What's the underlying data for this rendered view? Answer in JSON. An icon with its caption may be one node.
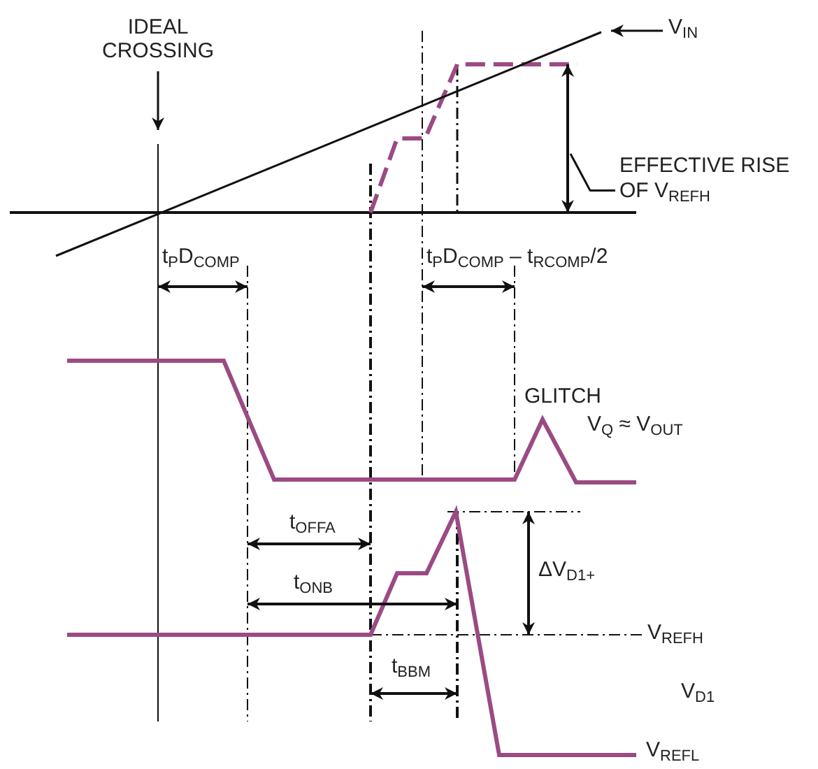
{
  "diagram": {
    "nodes": [
      {
        "text": [
          "IDEAL CROSSING"
        ]
      },
      {
        "text": [
          "V$_{IN}$"
        ]
      },
      {
        "text": [
          "EFFECTIVE RISE OF V$_{REFH}$"
        ]
      },
      {
        "text": [],
        "shape": "arrow"
      }
    ],
    "edges": [
      {
        "from": 0,
        "to": null,
        "arrow": "to"
      },
      {
        "from": 1,
        "to": null,
        "arrow": "to"
      },
      {
        "from": 2,
        "to": 3,
        "arrow": "none"
      }
    ],
    "labels": [
      "t$_{P}$D$_{COMP}$",
      "t$_{P}$D$_{COMP}$ – t$_{RCOMP}$/2",
      "GLITCH",
      "V$_{Q}$ ≈ V$_{OUT}$",
      "t$_{OFFA}$",
      "t$_{ONB}$",
      "ΔV$_{D1+}$",
      "V$_{REFH}$",
      "t$_{BBM}$",
      "V$_{D1}$",
      "V$_{REFL}$"
    ]
  }
}
